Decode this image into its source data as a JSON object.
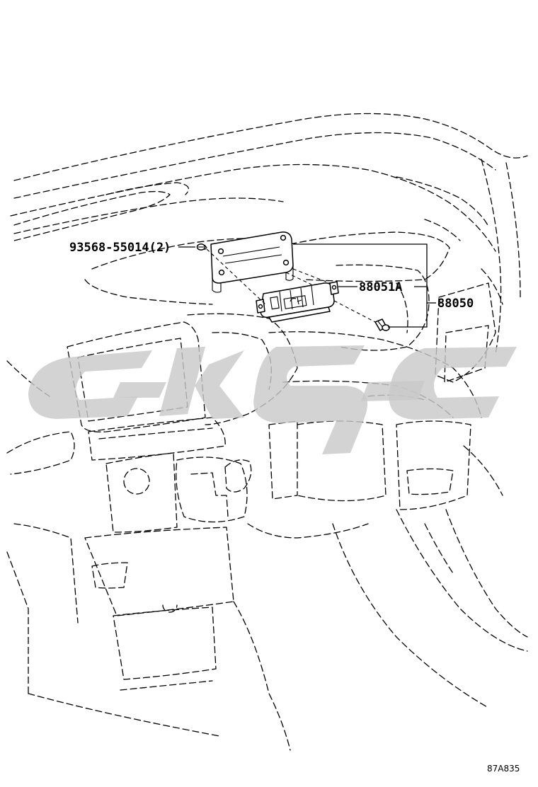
{
  "labels": {
    "clip_part": "93568-55014(2)",
    "switch_part": "88051A",
    "assembly_part": "88050",
    "figure_ref": "87A835"
  },
  "icons": {
    "watermark": "watermark-logo",
    "clip": "clip-icon",
    "screw": "screw-icon"
  },
  "colors": {
    "line": "#000000",
    "watermark": "#c9c9c9",
    "background": "#ffffff"
  }
}
